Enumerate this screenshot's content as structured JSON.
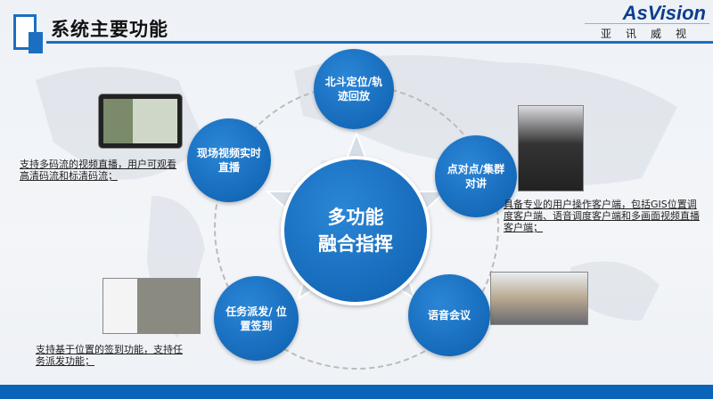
{
  "header": {
    "title": "系统主要功能",
    "brand": "AsVision",
    "brand_cn": "亚讯威视"
  },
  "center": {
    "line1": "多功能",
    "line2": "融合指挥"
  },
  "functions": [
    {
      "label": "北斗定位/轨迹回放"
    },
    {
      "label": "点对点/集群对讲"
    },
    {
      "label": "语音会议"
    },
    {
      "label": "任务派发/ 位置签到"
    },
    {
      "label": "现场视频实时直播"
    }
  ],
  "descriptions": {
    "video": "支持多码流的视频直播，用户可观看高清码流和标清码流；",
    "client": "具备专业的用户操作客户端，包括GIS位置调度客户端、语音调度客户端和多画面视频直播客户端；",
    "task": "支持基于位置的签到功能，支持任务派发功能；"
  },
  "colors": {
    "accent": "#0a64b8"
  }
}
